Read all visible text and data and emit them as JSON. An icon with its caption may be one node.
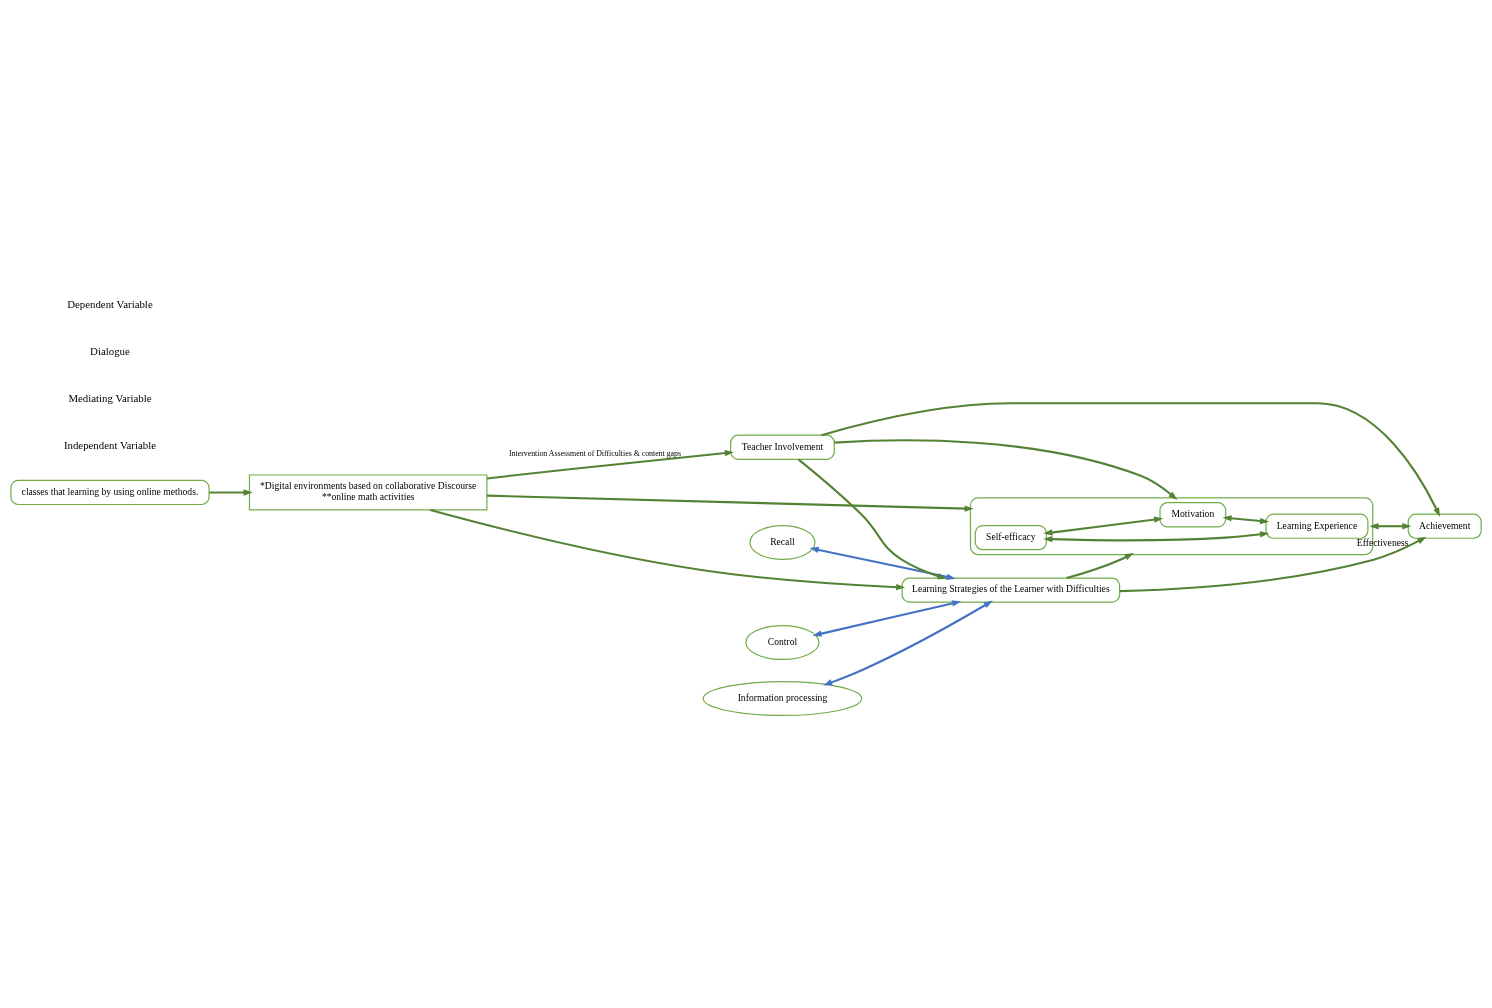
{
  "diagram": {
    "nodes": [
      {
        "text": [
          "classes that learning by using online methods."
        ]
      },
      {
        "text": [
          "*Digital environments based on collaborative Discourse",
          "**online math activities"
        ]
      },
      {
        "text": [
          "Control"
        ]
      },
      {
        "text": [
          "Information processing"
        ]
      },
      {
        "text": [
          "Recall"
        ]
      },
      {
        "text": [
          "Learning Strategies of the Learner with Difficulties"
        ]
      },
      {
        "text": [],
        "shape": "box"
      },
      {
        "text": [
          "Self-efficacy"
        ],
        "in": 6
      },
      {
        "text": [
          "Motivation"
        ],
        "in": 6
      },
      {
        "text": [
          "Learning Experience"
        ],
        "in": 6
      },
      {
        "text": [
          "Achievement"
        ],
        "beside": [
          "Effectiveness"
        ]
      },
      {
        "text": [
          "Teacher Involvement"
        ]
      }
    ],
    "edges": [
      {
        "from": 0,
        "to": 1,
        "arrow": "to"
      },
      {
        "from": 1,
        "to": 6,
        "arrow": "to"
      },
      {
        "from": 1,
        "to": 5,
        "arrow": "to"
      },
      {
        "from": 2,
        "to": 5,
        "arrow": "both",
        "color": "#4472c4"
      },
      {
        "from": 3,
        "to": 5,
        "arrow": "both",
        "color": "#4472c4"
      },
      {
        "from": 4,
        "to": 5,
        "arrow": "both",
        "color": "#4472c4"
      },
      {
        "from": 7,
        "to": 8,
        "arrow": "both"
      },
      {
        "from": 8,
        "to": 9,
        "arrow": "both"
      },
      {
        "from": 7,
        "to": 9,
        "arrow": "both"
      },
      {
        "from": 5,
        "to": 6,
        "arrow": "to"
      },
      {
        "from": 5,
        "to": 10,
        "arrow": "to"
      },
      {
        "from": 6,
        "to": 10,
        "arrow": "both"
      },
      {
        "from": 1,
        "to": 11,
        "arrow": "to",
        "label": "Intervention Assessment of Difficulties & content gaps"
      },
      {
        "from": 11,
        "to": 5,
        "arrow": "to"
      },
      {
        "from": 11,
        "to": 10,
        "arrow": "to"
      },
      {
        "from": 11,
        "to": 6,
        "arrow": "to"
      }
    ],
    "labels": [
      "Independent Variable",
      "Mediating Variable",
      "Dialogue",
      "Dependent Variable"
    ]
  }
}
